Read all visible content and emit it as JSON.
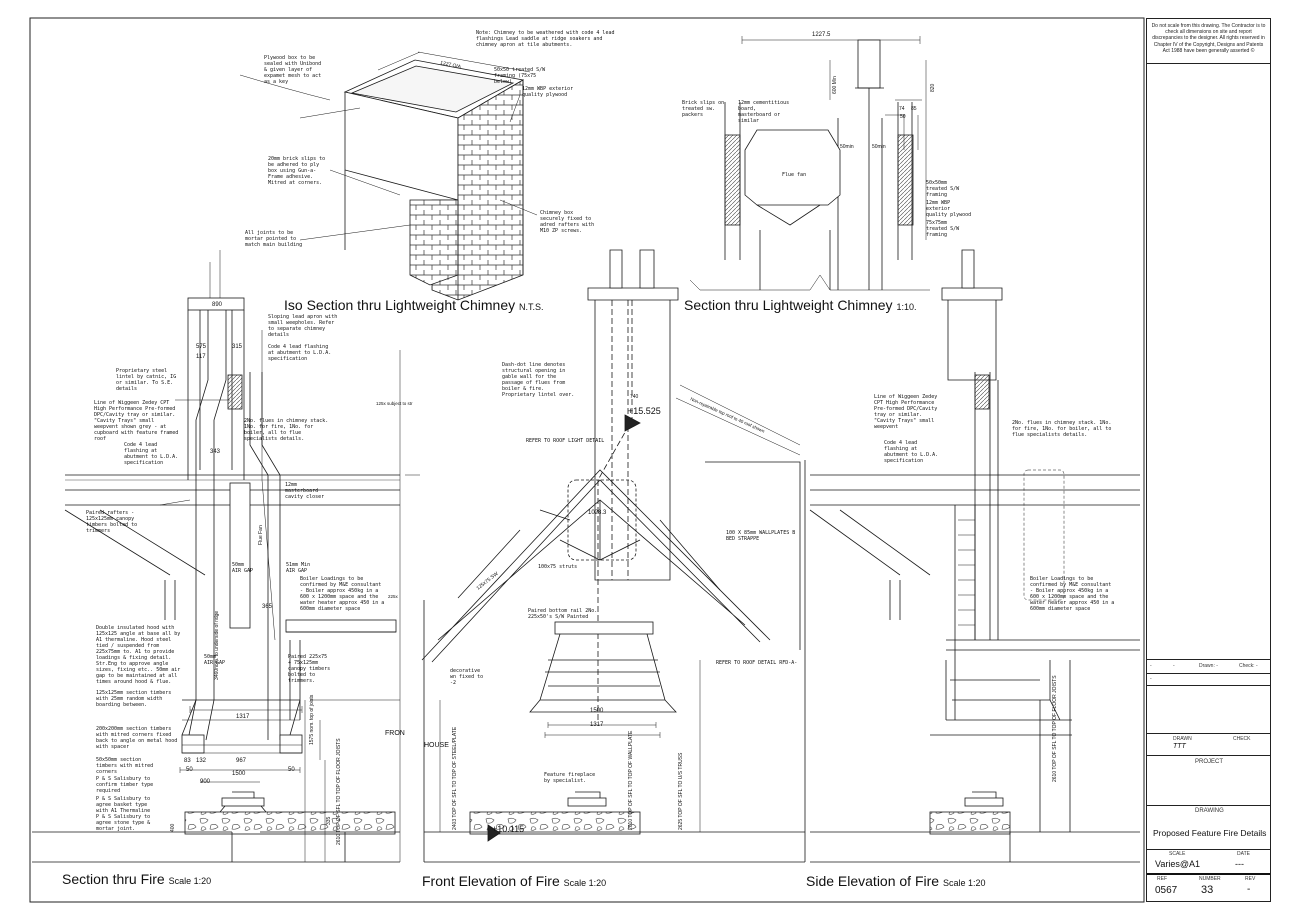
{
  "titles": {
    "iso": {
      "main": "Iso Section thru Lightweight Chimney",
      "scale": "N.T.S."
    },
    "section": {
      "main": "Section thru Lightweight Chimney",
      "scale": "1:10."
    },
    "fire_section": {
      "main": "Section thru Fire",
      "scale": "Scale 1:20"
    },
    "front": {
      "main": "Front Elevation of Fire",
      "scale": "Scale 1:20"
    },
    "side": {
      "main": "Side Elevation of Fire",
      "scale": "Scale 1:20"
    }
  },
  "notes": {
    "iso_plywood": "Plywood box to be sealed with Unibond & given layer of expamet mesh to act as a key",
    "iso_note_top": "Note: Chimney to be weathered with code 4 lead flashings Lead saddle at ridge soakers and chimney apron at tile abutments.",
    "iso_framing": "50x50 treated S/W framing (75x75 below)",
    "iso_ply": "12mm WBP exterior quality plywood",
    "iso_brickslips": "20mm brick slips to be adhered to ply box using Gun-a-Frame adhesive. Mitred at corners.",
    "iso_securely": "Chimney box securely fixed to adred rafters with M10 ZP screws.",
    "iso_joints": "All joints to be mortar pointed to match main building",
    "sec_brickslips": "Brick slips on treated sw. packers",
    "sec_cement": "12mm cementitious board, masterboard or similar",
    "sec_flue": "Flue fan",
    "sec_framing": "50x50mm treated S/W framing",
    "sec_ply": "12mm WBP exterior quality plywood",
    "sec_75": "75x75mm treated S/W framing",
    "fire_sloping": "Sloping lead apron with small weepholes. Refer to separate chimney details",
    "fire_code4": "Code 4 lead flashing at abutment to L.D.A. specification",
    "fire_lintel": "Proprietary steel lintel by catnic, IG or similar. To S.E. details",
    "fire_dpc": "Line of Wiggeen Zedey CPT High Performance Pre-formed DPC/Cavity tray or similar. \"Cavity Trays\" small weepvent shown grey - at cupboard with feature framed roof",
    "fire_code4b": "Code 4 lead flashing at abutment to L.D.A. specification",
    "fire_flues": "2No. flues in chimney stack. 1No. for fire, 1No. for boiler, all to flue specialists details.",
    "fire_masterboard": "12mm masterboard cavity closer",
    "fire_paired": "Paired rafters - 125x125mm canopy timbers bolted to trimmers",
    "fire_airgap": "50mm AIR GAP",
    "fire_airgap2": "51mm Min AIR GAP",
    "fire_boiler": "Boiler Loadings to be confirmed by M&E consultant - Boiler approx 450kg in a 600 x 1200mm space and the water heater approx 450 in a 600mm diameter space",
    "fire_hood": "Double insulated hood with 125x125 angle at base all by A1 thermaline. Hood steel tied / suspended from 225x75mm to. A1 to provide loadings & fixing detail. Str.Eng to approve angle sizes, fixing etc.. 50mm air gap to be maintained at all times around hood & flue.",
    "fire_paired2": "Paired 225x75 + 75x125mm canopy timbers bolted to trimmers.",
    "fire_125": "125x125mm section timbers with 25mm random width boarding between.",
    "fire_200": "200x200mm section timbers with mitred corners fixed back to angle on metal hood with spacer",
    "fire_50": "50x50mm section timbers with mitred corners",
    "fire_ps1": "P & S Salisbury to confirm timber type required",
    "fire_ps2": "P & S Salisbury to agree basket type with A1 Thermaline",
    "fire_ps3": "P & S Salisbury to agree stone type & mortar joint.",
    "front_dash": "Dash-dot line denotes structural opening in gable wall for the passage of flues from boiler & fire. Proprietary lintel over.",
    "front_refer": "REFER TO ROOF LIGHT DETAIL",
    "front_struts": "100x75 struts",
    "front_tie": "Paired bottom rail 2No. 225x50's S/W Painted",
    "front_feature": "Feature fireplace by specialist.",
    "front_refer2": "REFER TO ROOF DETAIL RFD-A-",
    "front_wallplates": "100 X 85mm WALLPLATES B BED STRAPPE",
    "side_dpc": "Line of Wiggeen Zedey CPT High Performance Pre-formed DPC/Cavity tray or similar. \"Cavity Trays\" small weepvent",
    "side_code4": "Code 4 lead flashing at abutment to L.D.A. specification",
    "side_flues": "2No. flues in chimney stack. 1No. for fire, 1No. for boiler, all to flue specialists details.",
    "side_boiler": "Boiler Loadings to be confirmed by M&E consultant - Boiler approx 450kg in a 600 x 1200mm space and the water heater approx 450 in a 600mm diameter space"
  },
  "levels": {
    "top": "+15.525",
    "floor": "+10.115"
  },
  "dims": {
    "iso_w": "1227 O/A",
    "sec_top": "1227.5",
    "sec_600": "600 Min",
    "sec_820": "820",
    "sec_74": "74",
    "sec_85": "85",
    "sec_50": "50",
    "sec_50min": "50min",
    "sec_50min2": "50min",
    "fire_890": "890",
    "fire_575": "575",
    "fire_315": "315",
    "fire_117": "117",
    "fire_343": "343",
    "fire_365": "365",
    "fire_1317": "1317",
    "fire_1500": "1500",
    "fire_967": "967",
    "fire_132": "132",
    "fire_83": "83",
    "fire_900": "900",
    "fire_50a": "50",
    "fire_50b": "50",
    "front_1028": "1028.3",
    "front_1500": "1500",
    "front_1317": "1317",
    "front_740": "740",
    "front_125": "125x75 SW",
    "fire_flue_lbl": "Flue Fan",
    "fire_3460": "3460nom. to underside of ridge",
    "fire_1575": "1575 nom. top of joists",
    "fire_2610": "2610 TOP OF SFL TO TOP OF FLOOR JOISTS",
    "front_2403": "2403 TOP OF SFL TO TOP OF STEEL/PLATE",
    "front_2610": "2610 TOP OF SFL TO TOP OF WALLPLATE",
    "front_2625": "2625 TOP OF SFL TO U/S TRUSS",
    "side_2610": "2610 TOP OF SFL TO TOP OF FLOOR JOISTS",
    "fire_335": "335",
    "fire_400": "400",
    "fire_2460": "2460"
  },
  "partial_labels": {
    "fire_front": "FRON",
    "front_house": "HOUSE",
    "front_decor": "decorative wn fixed to -2",
    "front_roofpitch": "Non-repairable top roof to 40 roof shown",
    "fire_125e": "125x subject to str",
    "fire_225": "225x"
  },
  "title_block": {
    "disclaimer": "Do not scale from this drawing. The Contractor is to check all dimensions on site and report discrepancies to the designer. All rights reserved in Chapter IV of the Copyright, Designs and Patents Act 1988 have been generally asserted ©",
    "rev_row": {
      "c1": "-",
      "c2": "-",
      "drawn": "Drawn: -",
      "check": "Check: -",
      "foot": "-"
    },
    "drawn_label": "DRAWN",
    "drawn_val": "TTT",
    "check_label": "CHECK",
    "project_label": "PROJECT",
    "drawing_label": "DRAWING",
    "drawing_title": "Proposed Feature Fire Details",
    "scale_label": "SCALE",
    "scale_val": "Varies@A1",
    "date_label": "DATE",
    "date_val": "---",
    "ref_label": "REF",
    "ref_val": "0567",
    "number_label": "NUMBER",
    "number_val": "33",
    "rev_label": "REV",
    "rev_val": "-"
  },
  "colors": {
    "line": "#1a1a1a",
    "hatch": "#555555"
  }
}
